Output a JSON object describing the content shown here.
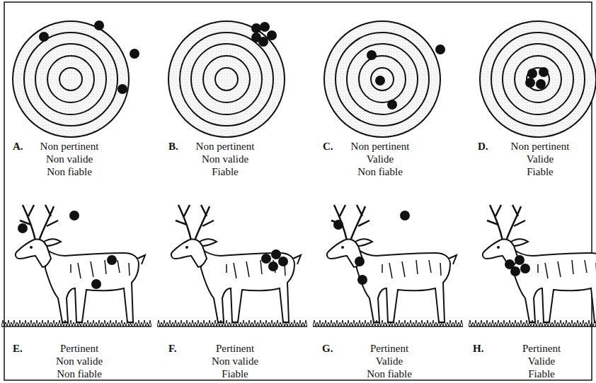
{
  "diagram": {
    "labels": [
      "A.",
      "Non pertinent",
      "Non valide",
      "Non fiable",
      "B.",
      "Non pertinent",
      "Non valide",
      "Fiable",
      "C.",
      "Non pertinent",
      "Valide",
      "Non fiable",
      "D.",
      "Non pertinent",
      "Valide",
      "Fiable",
      "E.",
      "Pertinent",
      "Non valide",
      "Non fiable",
      "F.",
      "Pertinent",
      "Non valide",
      "Fiable",
      "G.",
      "Pertinent",
      "Valide",
      "Non fiable",
      "H.",
      "Pertinent",
      "Valide",
      "Fiable"
    ]
  }
}
